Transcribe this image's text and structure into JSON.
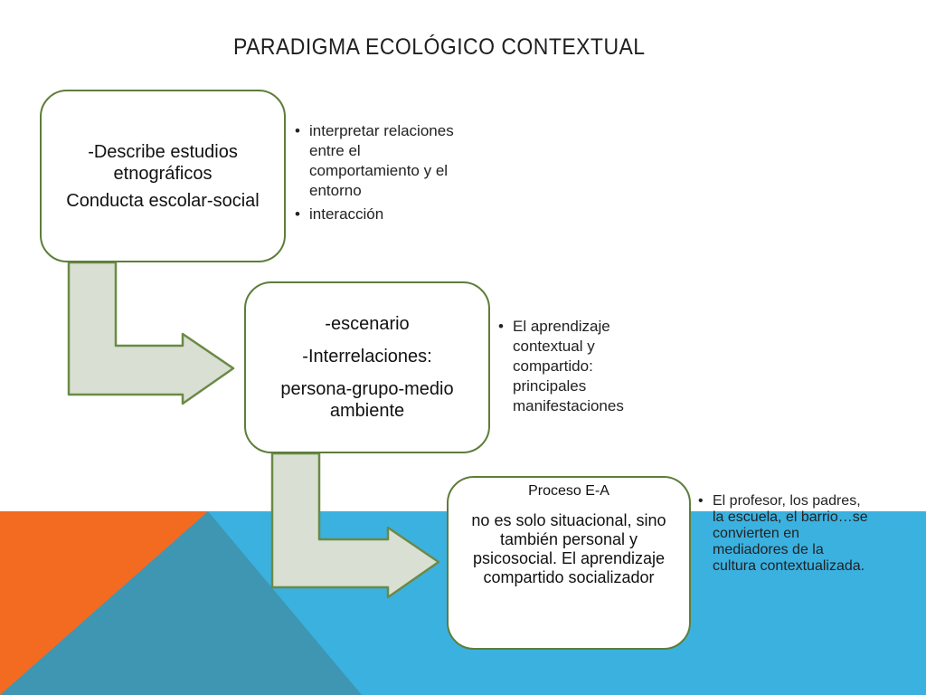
{
  "title": "PARADIGMA ECOLÓGICO CONTEXTUAL",
  "colors": {
    "orange": "#f26b21",
    "teal": "#3e96b3",
    "sky_blue": "#3bb1e0",
    "box_border": "#5e7d3a",
    "arrow_fill": "#d9dfd3",
    "arrow_stroke": "#6b8a45"
  },
  "box1": {
    "line1": "-Describe estudios etnográficos",
    "line2": "Conducta escolar-social"
  },
  "box1_bullets": [
    " interpretar relaciones entre el comportamiento y el entorno",
    "interacción"
  ],
  "box2": {
    "line1": "-escenario",
    "line2": "-Interrelaciones:",
    "line3": "persona-grupo-medio ambiente"
  },
  "box2_bullets": [
    "El aprendizaje contextual y compartido: principales manifestaciones"
  ],
  "box3": {
    "line1": "Proceso E-A",
    "line2": "no es solo situacional, sino también personal y psicosocial. El aprendizaje compartido socializador"
  },
  "box3_bullets": [
    "El profesor, los padres, la escuela, el barrio…se convierten en mediadores de la cultura contextualizada."
  ]
}
